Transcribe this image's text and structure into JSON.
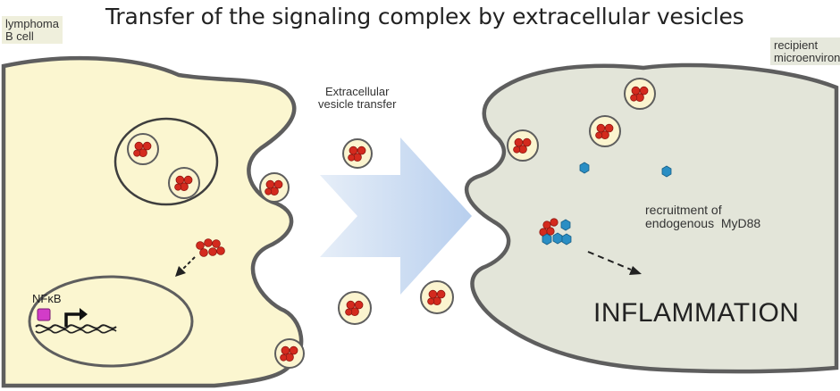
{
  "title": "Transfer of the signaling complex by extracellular vesicles",
  "donor_cell": {
    "label_line1": "lymphoma",
    "label_line2": "B cell"
  },
  "recipient_cell": {
    "label_line1": "recipient",
    "label_line2": "microenvironment"
  },
  "transfer_label": {
    "line1": "Extracellular",
    "line2": "vesicle transfer"
  },
  "nucleus": {
    "factor_label": "NFκB"
  },
  "recruitment_label": {
    "line1": "recruitment of",
    "line2": "endogenous  MyD88"
  },
  "outcome_label": "INFLAMMATION",
  "colors": {
    "donor_fill": "#fbf6d0",
    "recipient_fill": "#e3e5d9",
    "membrane": "#5e5e5e",
    "vesicle_fill": "#fbf4cf",
    "complex_red": "#d42a1e",
    "myd88_blue": "#2a8ec4",
    "arrow_fill": "#c9daf0",
    "nfkb_magenta": "#d23cc8"
  },
  "icons": [
    "vesicle-icon",
    "signaling-complex-icon",
    "myd88-icon",
    "nfkb-protein-icon",
    "dna-icon",
    "transcription-arrow-icon"
  ]
}
